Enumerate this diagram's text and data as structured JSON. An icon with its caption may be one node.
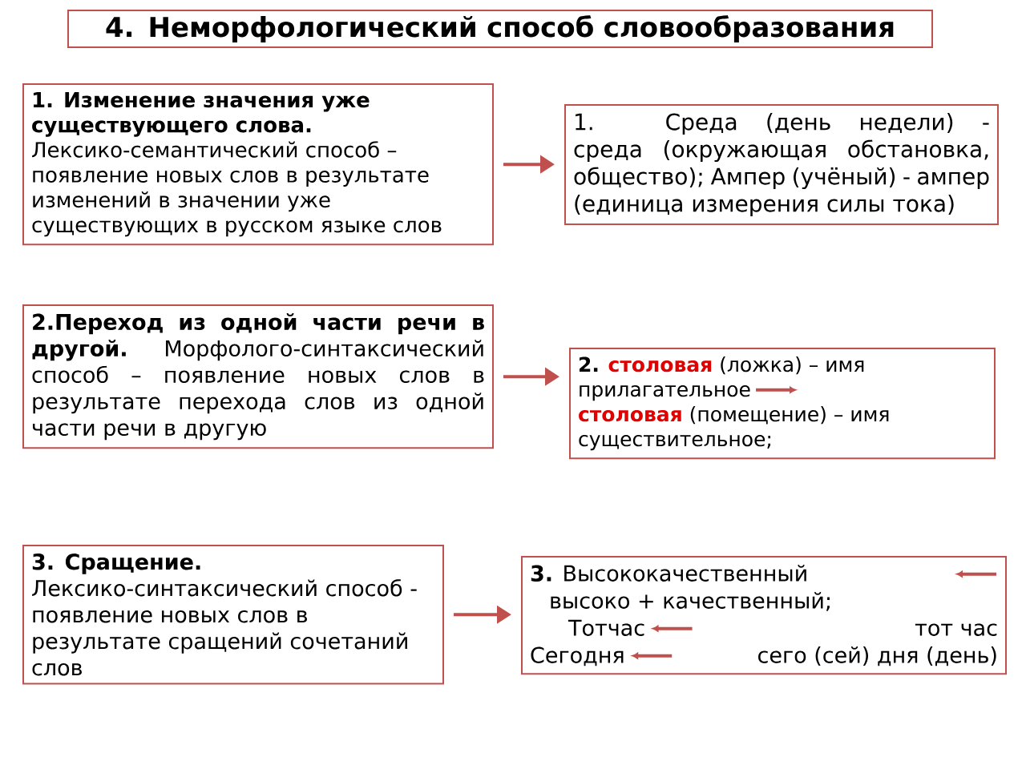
{
  "diagram": {
    "title": "4. Неморфологический способ словообразования",
    "nodes": [
      {
        "text": [
          "1. Изменение значения уже существующего слова.",
          "Лексико-семантический способ – появление новых слов в результате изменений в значении уже существующих в русском языке слов"
        ]
      },
      {
        "text": [
          "1. Среда (день недели) - среда (окружающая обстановка, общество); Ампер (учёный) - ампер (единица измерения силы тока)"
        ]
      },
      {
        "text": [
          "2.Переход из одной части речи в другой.",
          "Морфолого-синтаксический способ – появление новых слов в результате перехода слов из одной части речи в другую"
        ]
      },
      {
        "text": [
          "2.",
          "**столовая** (ложка) – имя прилагательное",
          "**столовая** (помещение) – имя существительное;"
        ]
      },
      {
        "text": [
          "3. Сращение.",
          "Лексико-синтаксический способ - появление новых слов в результате сращений сочетаний слов"
        ]
      },
      {
        "text": [
          "**3.** Высококачественный",
          "высоко + качественный;",
          "Тотчас",
          "тот час",
          "Сегодня",
          "сего (сей) дня (день)"
        ]
      }
    ],
    "edges": [
      {
        "from": 0,
        "to": 1,
        "arrow": "to"
      },
      {
        "from": 2,
        "to": 3,
        "arrow": "to"
      },
      {
        "from": 4,
        "to": 5,
        "arrow": "to"
      }
    ]
  }
}
